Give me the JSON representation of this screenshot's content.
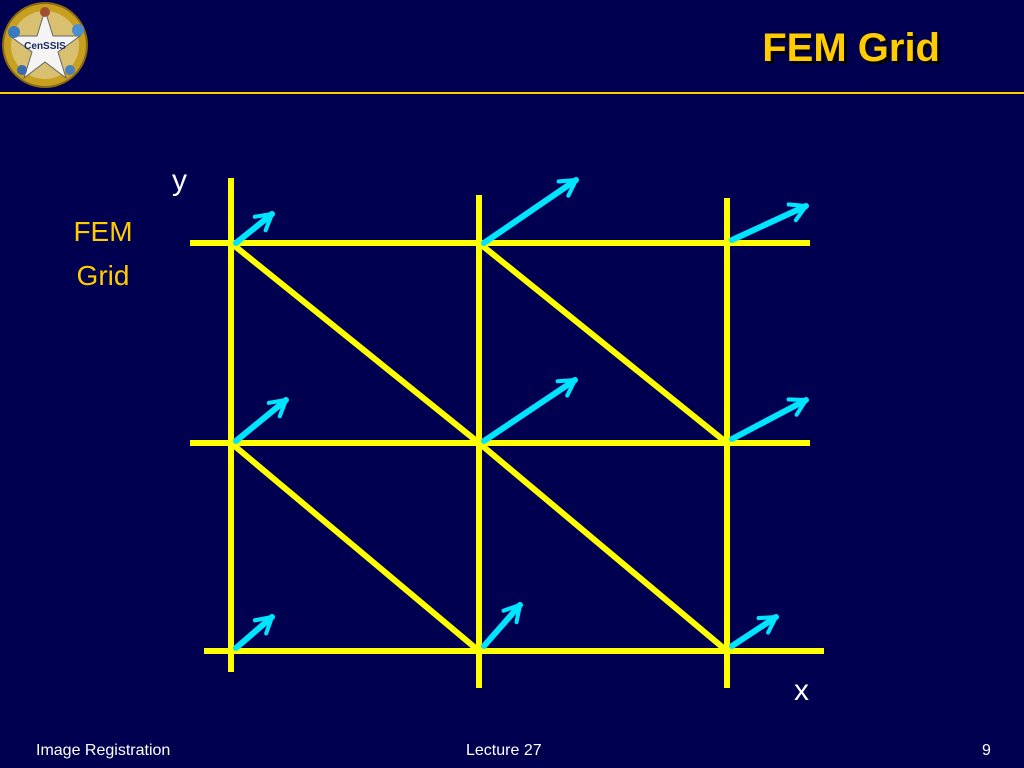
{
  "slide": {
    "title": "FEM Grid",
    "side_label_line1": "FEM",
    "side_label_line2": "Grid",
    "axis_y": "y",
    "axis_x": "x"
  },
  "logo": {
    "text": "CenSSIS"
  },
  "footer": {
    "left": "Image Registration",
    "center": "Lecture 27",
    "right": "9"
  },
  "colors": {
    "background": "#000050",
    "accent": "#ffcc00",
    "grid": "#ffff00",
    "arrows": "#00e5ff",
    "text": "#ffffff"
  }
}
